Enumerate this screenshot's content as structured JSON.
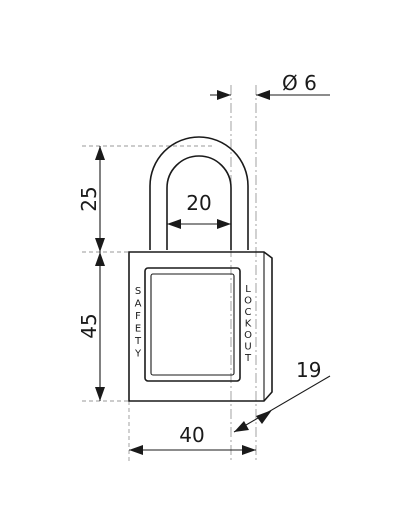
{
  "dimensions": {
    "shackle_diameter": "Ø 6",
    "shackle_height": "25",
    "shackle_inner_width": "20",
    "body_height": "45",
    "body_width": "40",
    "body_depth": "19"
  },
  "body_labels": {
    "left_vertical": "SAFETY",
    "right_vertical": "LOCKOUT"
  }
}
